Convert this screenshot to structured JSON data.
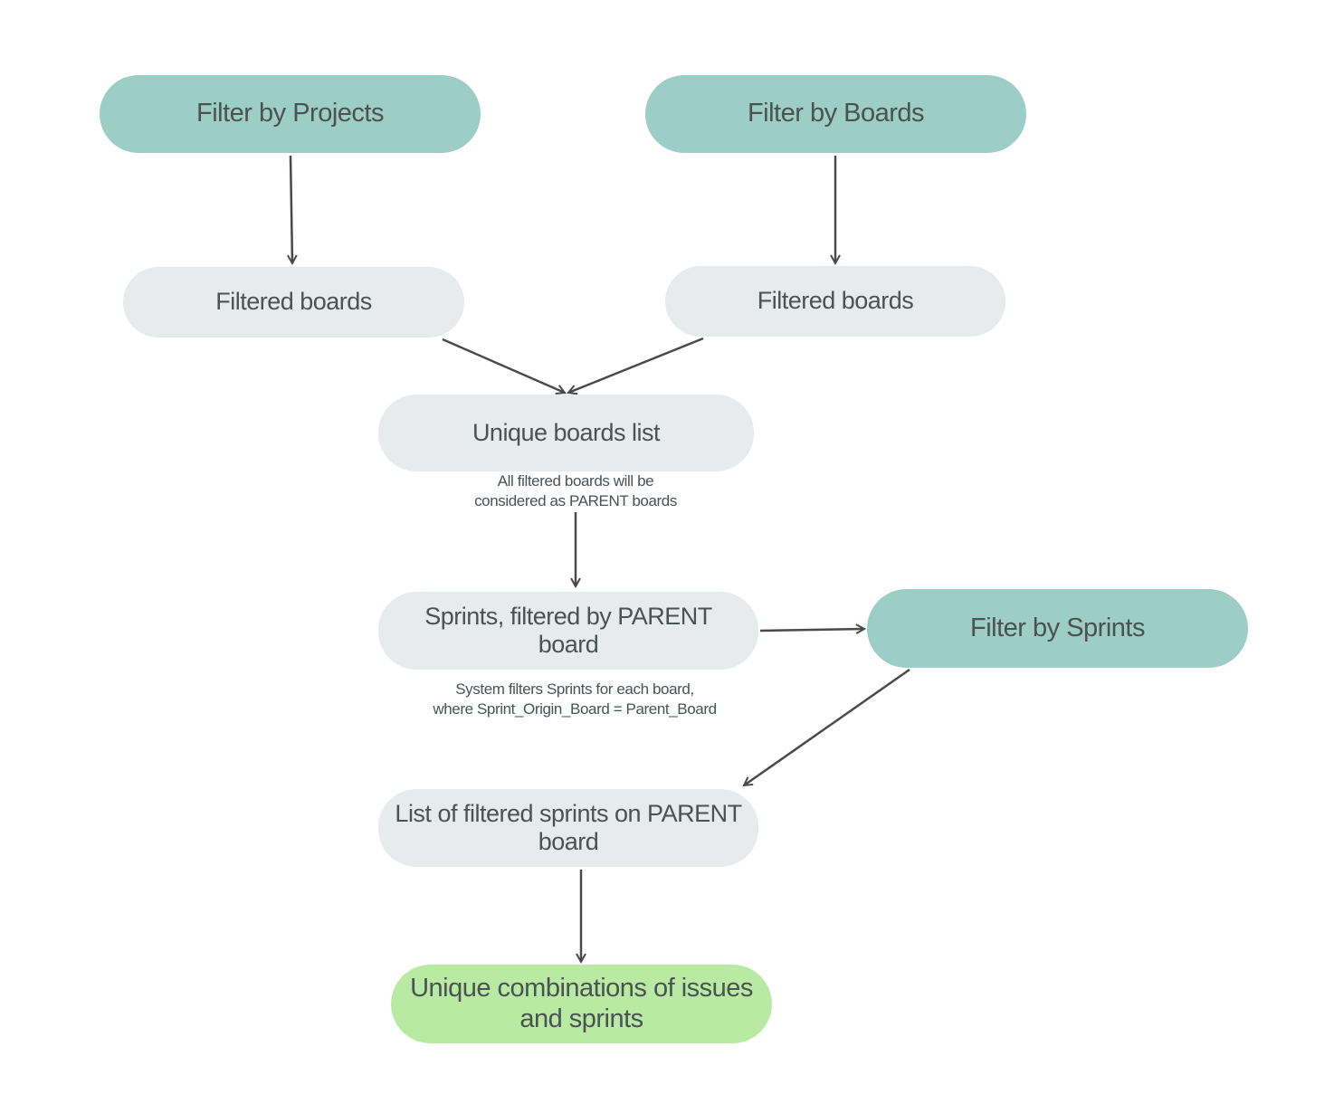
{
  "diagram": {
    "nodes": {
      "filter_projects": "Filter by Projects",
      "filter_boards": "Filter by Boards",
      "filtered_boards_left": "Filtered boards",
      "filtered_boards_right": "Filtered boards",
      "unique_boards": "Unique boards list",
      "sprints_filtered": "Sprints, filtered by PARENT board",
      "filter_sprints": "Filter by Sprints",
      "list_filtered_sprints": "List of filtered sprints on PARENT board",
      "unique_combinations": "Unique combinations of issues and sprints"
    },
    "notes": {
      "parent_note_line1": "All filtered boards will be",
      "parent_note_line2": "considered as PARENT boards",
      "sprint_note_line1": "System filters Sprints for each board,",
      "sprint_note_line2": "where Sprint_Origin_Board = Parent_Board"
    },
    "colors": {
      "filter_fill": "#9dcdc7",
      "step_fill": "#e7ebeb",
      "result_fill": "#b9eaa3",
      "arrow": "#4a4a4a",
      "text": "#4a5253"
    }
  }
}
